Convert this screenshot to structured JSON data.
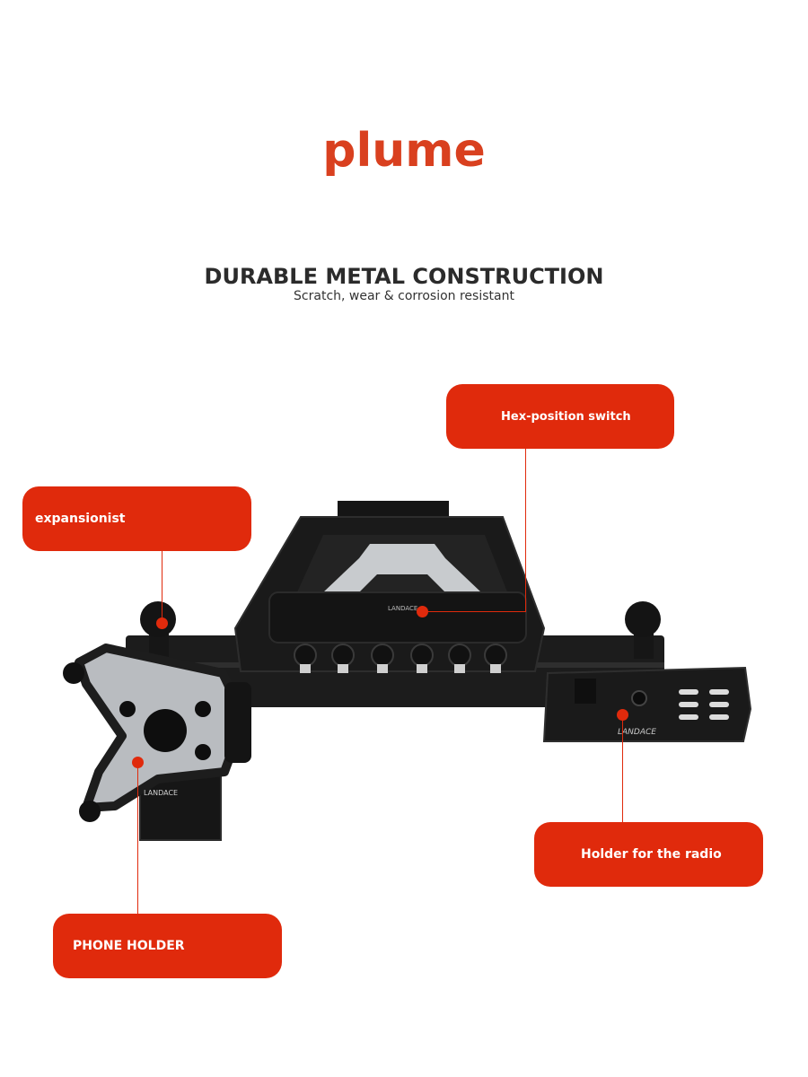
{
  "brand": "plume",
  "headline": "DURABLE METAL CONSTRUCTION",
  "subline": "Scratch, wear & corrosion resistant",
  "colors": {
    "accent": "#e02a0c",
    "brand": "#d9401f",
    "metal": "#1a1a1a",
    "silver": "#b9bcc0"
  },
  "callouts": {
    "hex_switch": "Hex-position switch",
    "expansionist": "expansionist",
    "radio_holder": "Holder for the radio",
    "phone_holder": "PHONE HOLDER"
  },
  "product_labels": {
    "phone_logo": "LANDACE",
    "radio_logo": "LANDACE"
  }
}
